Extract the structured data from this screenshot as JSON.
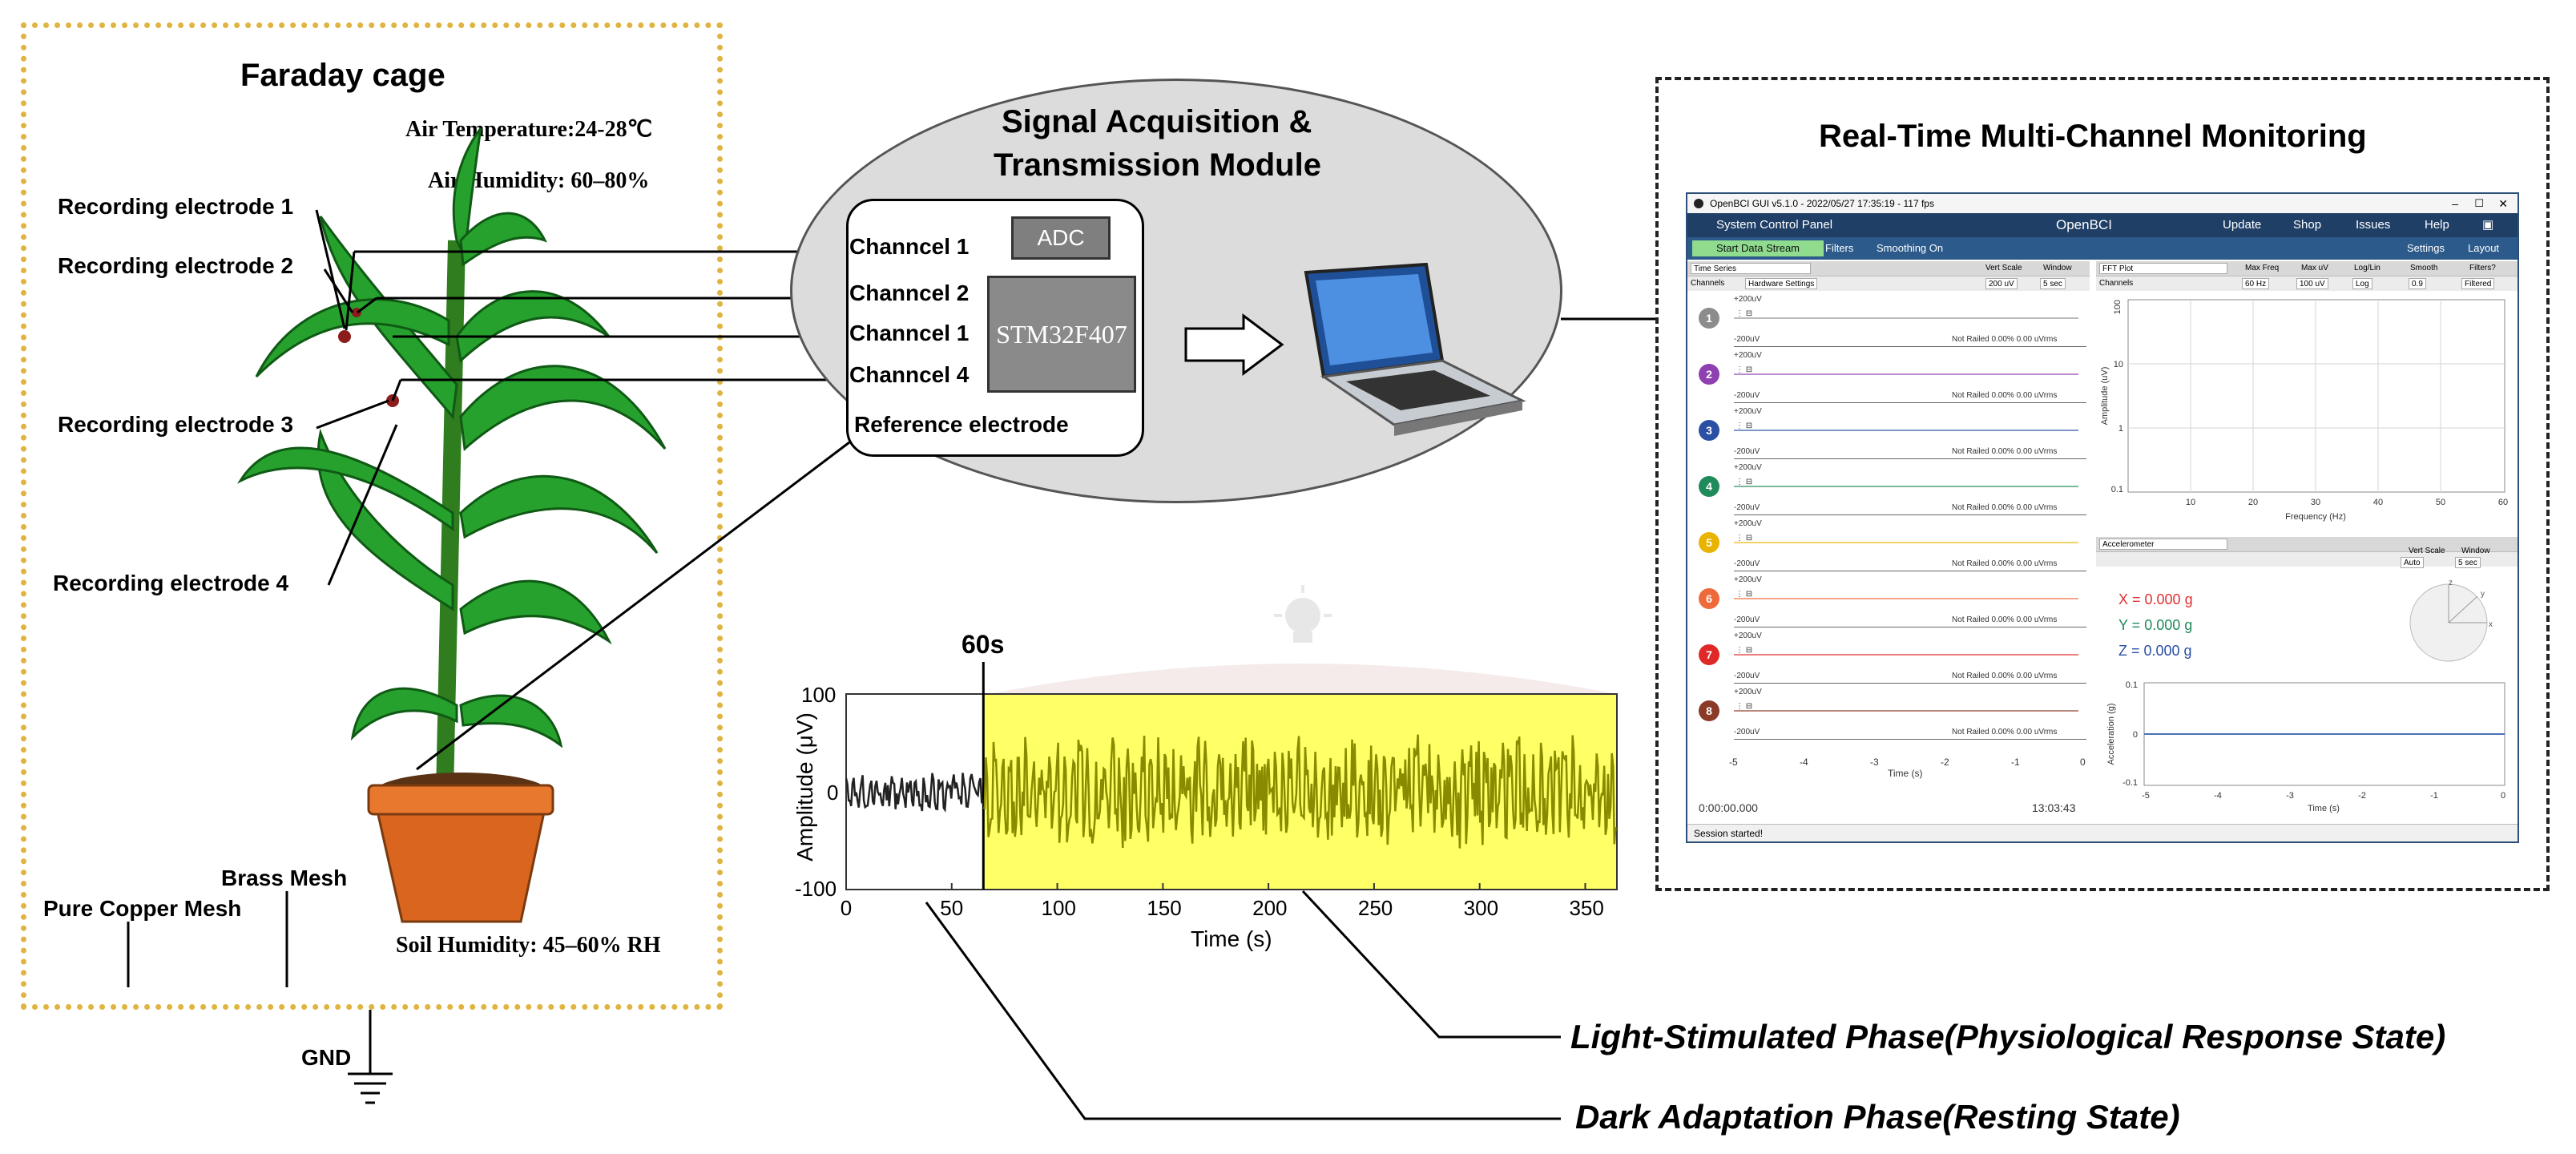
{
  "faraday": {
    "title": "Faraday cage",
    "air_temperature": "Air Temperature:24-28℃",
    "air_humidity": "Air Humidity: 60–80%",
    "soil_humidity": "Soil Humidity: 45–60% RH",
    "electrodes": [
      "Recording electrode 1",
      "Recording electrode 2",
      "Recording electrode 3",
      "Recording electrode 4"
    ],
    "brass_mesh": "Brass Mesh",
    "copper_mesh": "Pure Copper Mesh",
    "gnd": "GND"
  },
  "module": {
    "title_line1": "Signal Acquisition &",
    "title_line2": "Transmission Module",
    "channels": [
      "Channcel 1",
      "Channcel  2",
      "Channcel 1",
      "Channcel  4"
    ],
    "reference": "Reference electrode",
    "adc": "ADC",
    "mcu": "STM32F407"
  },
  "monitor": {
    "title": "Real-Time Multi-Channel Monitoring",
    "window_title": "OpenBCI GUI v5.1.0 - 2022/05/27 17:35:19 - 117 fps",
    "menu": {
      "system_panel": "System Control Panel",
      "logo": "OpenBCI",
      "items": [
        "Update",
        "Shop",
        "Issues",
        "Help"
      ]
    },
    "toolbar": {
      "start": "Start Data Stream",
      "filters": "Filters",
      "smoothing": "Smoothing On",
      "settings": "Settings",
      "layout": "Layout"
    },
    "time_series": {
      "title": "Time Series",
      "vert_scale": "Vert Scale",
      "window": "Window",
      "scale_val": "200 uV",
      "window_val": "5 sec",
      "channels_btn": "Channels",
      "hw_settings": "Hardware Settings",
      "plus": "+200uV",
      "minus": "-200uV",
      "railed": "Not Railed 0.00% 0.00 uVrms",
      "x_ticks": [
        "-5",
        "-4",
        "-3",
        "-2",
        "-1",
        "0"
      ],
      "x_label": "Time (s)",
      "clock_left": "0:00:00.000",
      "clock_right": "13:03:43",
      "channels": [
        {
          "n": "1",
          "color": "#8c8c8c"
        },
        {
          "n": "2",
          "color": "#8e3fb0"
        },
        {
          "n": "3",
          "color": "#2a4fa5"
        },
        {
          "n": "4",
          "color": "#1f8a5a"
        },
        {
          "n": "5",
          "color": "#e8b400"
        },
        {
          "n": "6",
          "color": "#ef6a3a"
        },
        {
          "n": "7",
          "color": "#e02828"
        },
        {
          "n": "8",
          "color": "#8b3a28"
        }
      ]
    },
    "fft": {
      "title": "FFT Plot",
      "headers": [
        "Max Freq",
        "Max uV",
        "Log/Lin",
        "Smooth",
        "Filters?"
      ],
      "values": [
        "60 Hz",
        "100 uV",
        "Log",
        "0.9",
        "Filtered"
      ],
      "channels_btn": "Channels",
      "y_ticks": [
        "100",
        "10",
        "1",
        "0.1"
      ],
      "y_label": "Amplitude (uV)",
      "x_ticks": [
        "10",
        "20",
        "30",
        "40",
        "50",
        "60"
      ],
      "x_label": "Frequency (Hz)"
    },
    "accel": {
      "title": "Accelerometer",
      "vert_scale": "Vert Scale",
      "window": "Window",
      "scale_val": "Auto",
      "window_val": "5 sec",
      "x": "X = 0.000 g",
      "y": "Y = 0.000 g",
      "z": "Z = 0.000 g",
      "y_label": "Acceleration (g)",
      "y_ticks": [
        "0.1",
        "0",
        "-0.1"
      ],
      "x_ticks": [
        "-5",
        "-4",
        "-3",
        "-2",
        "-1",
        "0"
      ],
      "x_label": "Time (s)"
    },
    "status": "Session started!"
  },
  "signal_chart": {
    "marker": "60s",
    "y_label": "Amplitude (μV)",
    "x_label": "Time (s)",
    "y_ticks": [
      "100",
      "0",
      "-100"
    ],
    "x_ticks": [
      "0",
      "50",
      "100",
      "150",
      "200",
      "250",
      "300",
      "350"
    ],
    "dark_label": "Dark Adaptation Phase(Resting State)",
    "light_label": "Light-Stimulated Phase(Physiological Response State)"
  },
  "chart_data": {
    "type": "line",
    "x_range": [
      0,
      365
    ],
    "ylim": [
      -100,
      100
    ],
    "xlabel": "Time (s)",
    "ylabel": "Amplitude (μV)",
    "dark_phase_end": 65,
    "highlight": {
      "from": 65,
      "to": 365,
      "color": "#ffff66"
    },
    "series": [
      {
        "values_note_x_from": 0,
        "x_to": 65,
        "amplitude": 20,
        "color": "#222222"
      },
      {
        "x_from": 65,
        "x_to": 365,
        "amplitude": 60,
        "color": "#8a8a00"
      }
    ]
  },
  "colors": {
    "leaf": "#1f9a2a",
    "pot": "#d9651f",
    "dotted_border": "#e0b440",
    "ellipse": "#dddddd",
    "highlight": "#ffff66"
  }
}
